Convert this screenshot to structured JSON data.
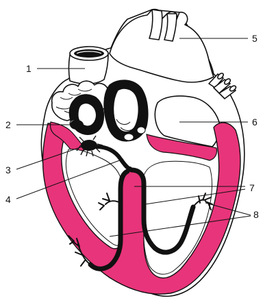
{
  "colors": {
    "myocardium": "#e8347a",
    "conduction": "#111111",
    "outline": "#111111",
    "background": "#ffffff"
  },
  "labels": [
    {
      "id": "1",
      "text": "1"
    },
    {
      "id": "2",
      "text": "2"
    },
    {
      "id": "3",
      "text": "3"
    },
    {
      "id": "4",
      "text": "4"
    },
    {
      "id": "5",
      "text": "5"
    },
    {
      "id": "6",
      "text": "6"
    },
    {
      "id": "7",
      "text": "7"
    },
    {
      "id": "8",
      "text": "8"
    }
  ]
}
